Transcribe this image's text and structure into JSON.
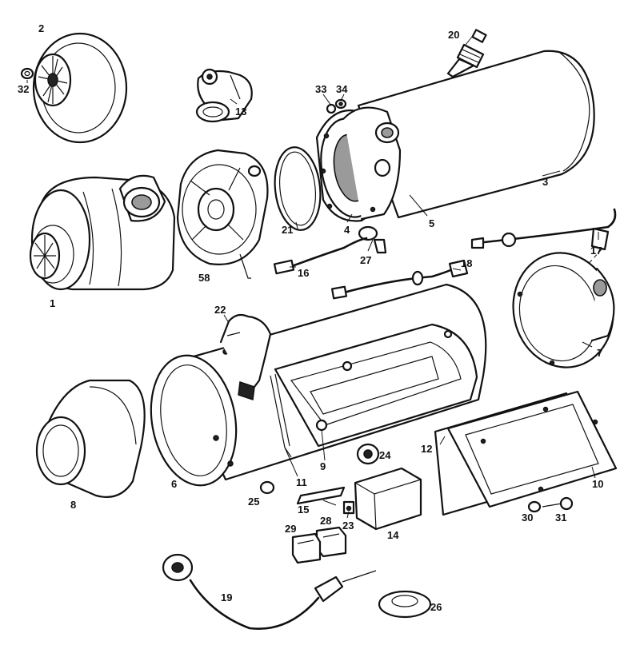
{
  "callouts": {
    "c1": "1",
    "c2": "2",
    "c3": "3",
    "c4": "4",
    "c5": "5",
    "c6": "6",
    "c7": "7",
    "c8": "8",
    "c9": "9",
    "c10": "10",
    "c11": "11",
    "c12": "12",
    "c13": "13",
    "c14": "14",
    "c15": "15",
    "c16": "16",
    "c17": "17",
    "c18": "18",
    "c19": "19",
    "c20": "20",
    "c21": "21",
    "c22": "22",
    "c23": "23",
    "c24": "24",
    "c25": "25",
    "c26": "26",
    "c27": "27",
    "c28": "28",
    "c29": "29",
    "c30": "30",
    "c31": "31",
    "c32": "32",
    "c33": "33",
    "c34": "34",
    "c58": "58"
  },
  "colors": {
    "ink": "#111111",
    "paper": "#ffffff",
    "shade": "#9a9a9a"
  }
}
